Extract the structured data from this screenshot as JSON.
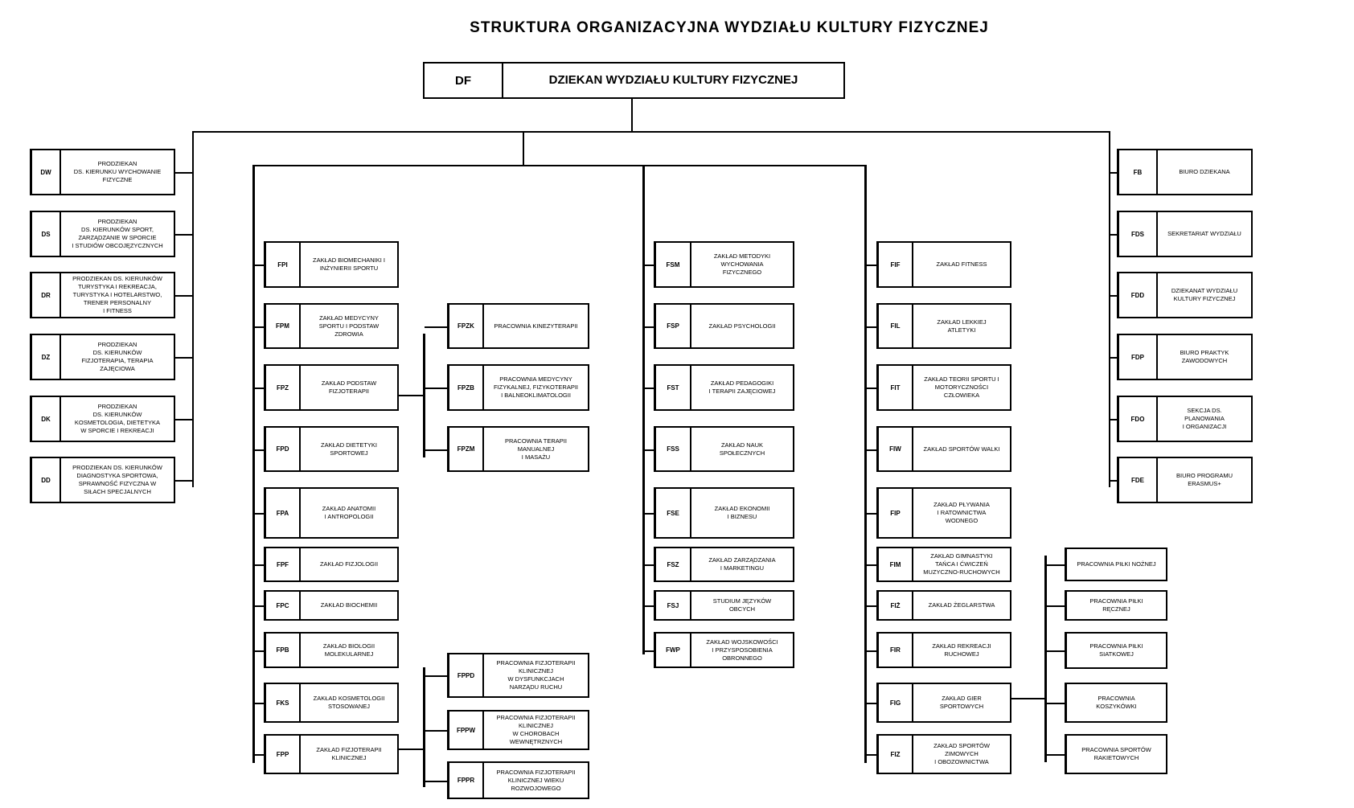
{
  "title": "STRUKTURA ORGANIZACYJNA WYDZIAŁU KULTURY FIZYCZNEJ",
  "dean": {
    "code": "DF",
    "label": "DZIEKAN WYDZIAŁU KULTURY FIZYCZNEJ"
  },
  "vice_deans": [
    {
      "code": "DW",
      "label": "PRODZIEKAN\nDS. KIERUNKU WYCHOWANIE\nFIZYCZNE"
    },
    {
      "code": "DS",
      "label": "PRODZIEKAN\nDS. KIERUNKÓW SPORT,\nZARZĄDZANIE W SPORCIE\nI STUDIÓW OBCOJĘZYCZNYCH"
    },
    {
      "code": "DR",
      "label": "PRODZIEKAN DS. KIERUNKÓW\nTURYSTYKA I REKREACJA,\nTURYSTYKA I HOTELARSTWO,\nTRENER PERSONALNY\nI FITNESS"
    },
    {
      "code": "DZ",
      "label": "PRODZIEKAN\nDS. KIERUNKÓW\nFIZJOTERAPIA, TERAPIA\nZAJĘCIOWA"
    },
    {
      "code": "DK",
      "label": "PRODZIEKAN\nDS. KIERUNKÓW\nKOSMETOLOGIA, DIETETYKA\nW SPORCIE I REKREACJI"
    },
    {
      "code": "DD",
      "label": "PRODZIEKAN DS. KIERUNKÓW\nDIAGNOSTYKA SPORTOWA,\nSPRAWNOŚĆ FIZYCZNA W\nSIŁACH SPECJALNYCH"
    }
  ],
  "offices": [
    {
      "code": "FB",
      "label": "BIURO DZIEKANA"
    },
    {
      "code": "FDS",
      "label": "SEKRETARIAT WYDZIAŁU"
    },
    {
      "code": "FDD",
      "label": "DZIEKANAT WYDZIAŁU\nKULTURY FIZYCZNEJ"
    },
    {
      "code": "FDP",
      "label": "BIURO PRAKTYK\nZAWODOWYCH"
    },
    {
      "code": "FDO",
      "label": "SEKCJA DS.\nPLANOWANIA\nI ORGANIZACJI"
    },
    {
      "code": "FDE",
      "label": "BIURO PROGRAMU\nERASMUS+"
    }
  ],
  "col1": [
    {
      "code": "FPI",
      "label": "ZAKŁAD BIOMECHANIKI I\nINŻYNIERII SPORTU"
    },
    {
      "code": "FPM",
      "label": "ZAKŁAD MEDYCYNY\nSPORTU I PODSTAW\nZDROWIA"
    },
    {
      "code": "FPZ",
      "label": "ZAKŁAD PODSTAW\nFIZJOTERAPII"
    },
    {
      "code": "FPD",
      "label": "ZAKŁAD DIETETYKI\nSPORTOWEJ"
    },
    {
      "code": "FPA",
      "label": "ZAKŁAD ANATOMII\nI ANTROPOLOGII"
    },
    {
      "code": "FPF",
      "label": "ZAKŁAD FIZJOLOGII"
    },
    {
      "code": "FPC",
      "label": "ZAKŁAD BIOCHEMII"
    },
    {
      "code": "FPB",
      "label": "ZAKŁAD BIOLOGII\nMOLEKULARNEJ"
    },
    {
      "code": "FKS",
      "label": "ZAKŁAD KOSMETOLOGII\nSTOSOWANEJ"
    },
    {
      "code": "FPP",
      "label": "ZAKŁAD FIZJOTERAPII\nKLINICZNEJ"
    }
  ],
  "fpz_sub": [
    {
      "code": "FPZK",
      "label": "PRACOWNIA KINEZYTERAPII"
    },
    {
      "code": "FPZB",
      "label": "PRACOWNIA MEDYCYNY\nFIZYKALNEJ, FIZYKOTERAPII\nI BALNEOKLIMATOLOGII"
    },
    {
      "code": "FPZM",
      "label": "PRACOWNIA TERAPII\nMANUALNEJ\nI MASAŻU"
    }
  ],
  "fpp_sub": [
    {
      "code": "FPPD",
      "label": "PRACOWNIA FIZJOTERAPII\nKLINICZNEJ\nW DYSFUNKCJACH\nNARZĄDU RUCHU"
    },
    {
      "code": "FPPW",
      "label": "PRACOWNIA FIZJOTERAPII\nKLINICZNEJ\nW CHOROBACH\nWEWNĘTRZNYCH"
    },
    {
      "code": "FPPR",
      "label": "PRACOWNIA FIZJOTERAPII\nKLINICZNEJ WIEKU\nROZWOJOWEGO"
    }
  ],
  "col3": [
    {
      "code": "FSM",
      "label": "ZAKŁAD METODYKI\nWYCHOWANIA\nFIZYCZNEGO"
    },
    {
      "code": "FSP",
      "label": "ZAKŁAD PSYCHOLOGII"
    },
    {
      "code": "FST",
      "label": "ZAKŁAD PEDAGOGIKI\nI TERAPII ZAJĘCIOWEJ"
    },
    {
      "code": "FSS",
      "label": "ZAKŁAD NAUK\nSPOŁECZNYCH"
    },
    {
      "code": "FSE",
      "label": "ZAKŁAD EKONOMII\nI BIZNESU"
    },
    {
      "code": "FSZ",
      "label": "ZAKŁAD ZARZĄDZANIA\nI MARKETINGU"
    },
    {
      "code": "FSJ",
      "label": "STUDIUM JĘZYKÓW\nOBCYCH"
    },
    {
      "code": "FWP",
      "label": "ZAKŁAD WOJSKOWOŚCI\nI PRZYSPOSOBIENIA\nOBRONNEGO"
    }
  ],
  "col4": [
    {
      "code": "FIF",
      "label": "ZAKŁAD FITNESS"
    },
    {
      "code": "FIL",
      "label": "ZAKŁAD LEKKIEJ\nATLETYKI"
    },
    {
      "code": "FIT",
      "label": "ZAKŁAD TEORII SPORTU I\nMOTORYCZNOŚCI\nCZŁOWIEKA"
    },
    {
      "code": "FIW",
      "label": "ZAKŁAD SPORTÓW WALKI"
    },
    {
      "code": "FIP",
      "label": "ZAKŁAD PŁYWANIA\nI RATOWNICTWA\nWODNEGO"
    },
    {
      "code": "FIM",
      "label": "ZAKŁAD GIMNASTYKI\nTAŃCA I ĆWICZEŃ\nMUZYCZNO-RUCHOWYCH"
    },
    {
      "code": "FIŻ",
      "label": "ZAKŁAD ŻEGLARSTWA"
    },
    {
      "code": "FIR",
      "label": "ZAKŁAD REKREACJI\nRUCHOWEJ"
    },
    {
      "code": "FIG",
      "label": "ZAKŁAD GIER\nSPORTOWYCH"
    },
    {
      "code": "FIZ",
      "label": "ZAKŁAD SPORTÓW\nZIMOWYCH\nI OBOZOWNICTWA"
    }
  ],
  "fig_sub": [
    {
      "label": "PRACOWNIA PIŁKI NOŻNEJ"
    },
    {
      "label": "PRACOWNIA PIŁKI\nRĘCZNEJ"
    },
    {
      "label": "PRACOWNIA PIŁKI\nSIATKOWEJ"
    },
    {
      "label": "PRACOWNIA\nKOSZYKÓWKI"
    },
    {
      "label": "PRACOWNIA SPORTÓW\nRAKIETOWYCH"
    }
  ]
}
